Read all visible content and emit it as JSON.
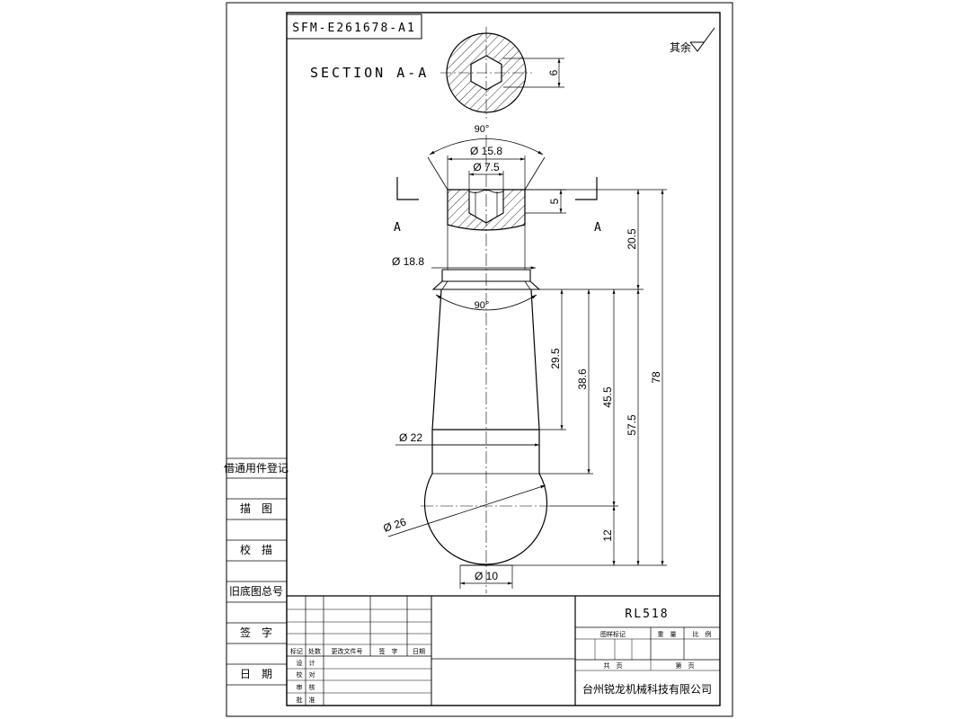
{
  "drawing": {
    "number": "SFM-E261678-A1",
    "section_title": "SECTION A-A",
    "section_mark": "A",
    "roughness_note": "其余",
    "part_name": "RL518",
    "company": "台州锐龙机械科技有限公司"
  },
  "dimensions": {
    "hex": "6",
    "angle_top": "90°",
    "dia_top": "Ø 15.8",
    "dia_hex": "Ø 7.5",
    "depth_hex": "5",
    "dia_neck": "Ø 18.8",
    "angle_mid": "90°",
    "len_205": "20.5",
    "len_295": "29.5",
    "len_386": "38.6",
    "len_455": "45.5",
    "len_575": "57.5",
    "len_78": "78",
    "dia_22": "Ø 22",
    "dia_26": "Ø 26",
    "len_12": "12",
    "dia_10": "Ø 10"
  },
  "side_panel": {
    "labels": [
      "借通用件登记",
      "描　图",
      "校　描",
      "旧底图总号",
      "签　字",
      "日　期"
    ]
  },
  "title_block": {
    "headers": [
      "标记",
      "处数",
      "更改文件号",
      "签　字",
      "日期"
    ],
    "roles": [
      "设　计",
      "校　对",
      "审　核",
      "批　准"
    ],
    "fields": [
      "图样标记",
      "重　量",
      "比　例"
    ],
    "pages": [
      "共　页",
      "第　页"
    ]
  }
}
